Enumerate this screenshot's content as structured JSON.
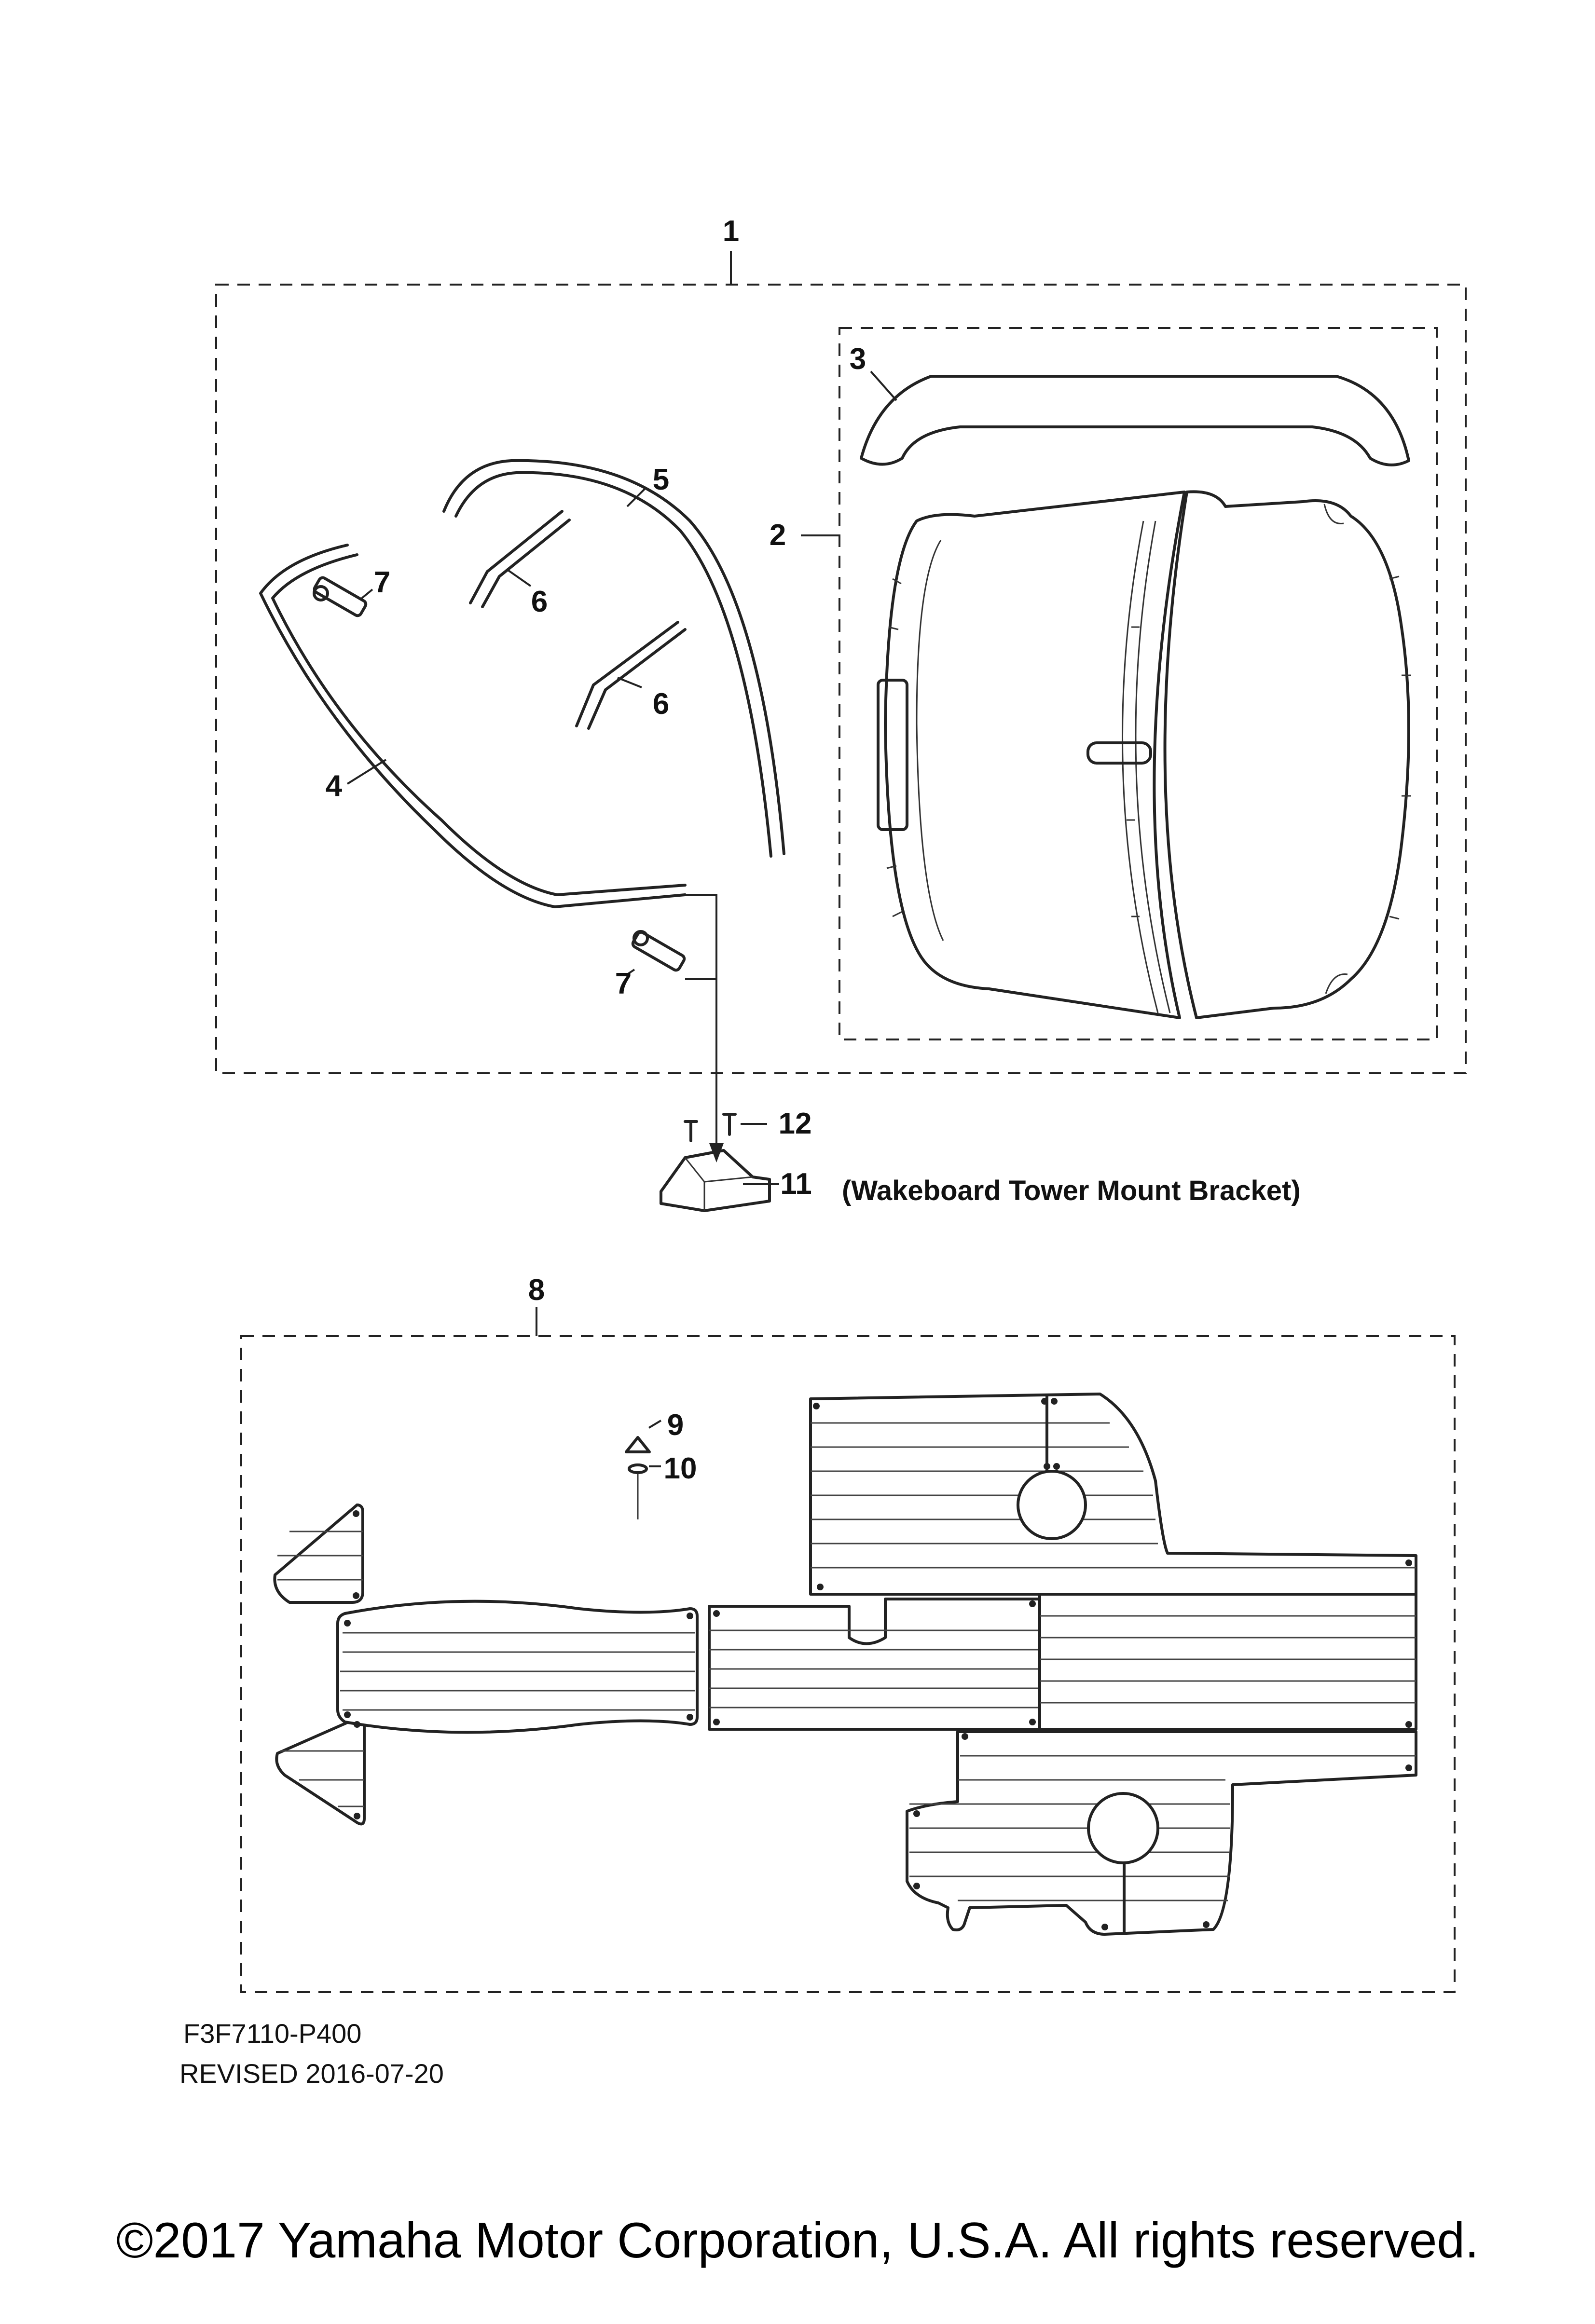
{
  "callouts": {
    "c1": "1",
    "c2": "2",
    "c3": "3",
    "c4": "4",
    "c5": "5",
    "c6a": "6",
    "c6b": "6",
    "c7a": "7",
    "c7b": "7",
    "c8": "8",
    "c9": "9",
    "c10": "10",
    "c11": "11",
    "c12": "12"
  },
  "notes": {
    "bracket": "(Wakeboard Tower Mount Bracket)"
  },
  "footer": {
    "drawing_code": "F3F7110-P400",
    "revised": "REVISED 2016-07-20",
    "copyright": "©2017 Yamaha Motor Corporation, U.S.A. All rights reserved."
  }
}
